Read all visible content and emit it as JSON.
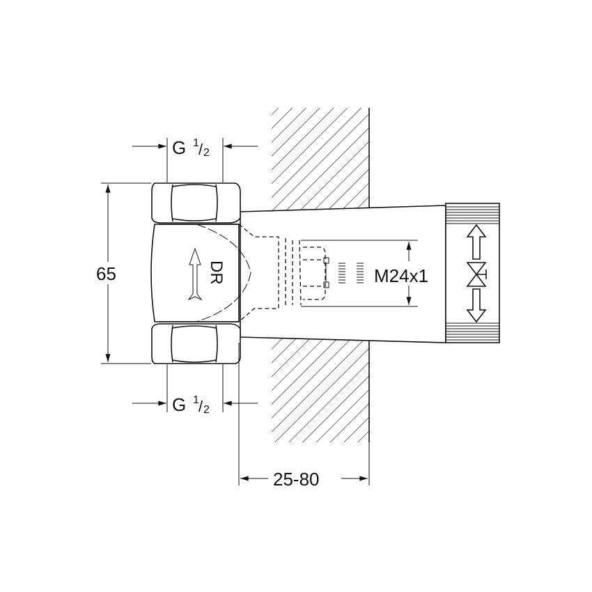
{
  "dimensions": {
    "height": "65",
    "thread_top": {
      "main": "G",
      "num": "1",
      "den": "2"
    },
    "thread_bottom": {
      "main": "G",
      "num": "1",
      "den": "2"
    },
    "spindle_thread": "M24x1",
    "wall_depth": "25-80"
  },
  "body_marking": "DR",
  "icons": [
    "flow-arrow-icon",
    "valve-symbol-icon",
    "up-down-arrows-icon"
  ],
  "colors": {
    "line": "#111111",
    "background": "#ffffff"
  }
}
